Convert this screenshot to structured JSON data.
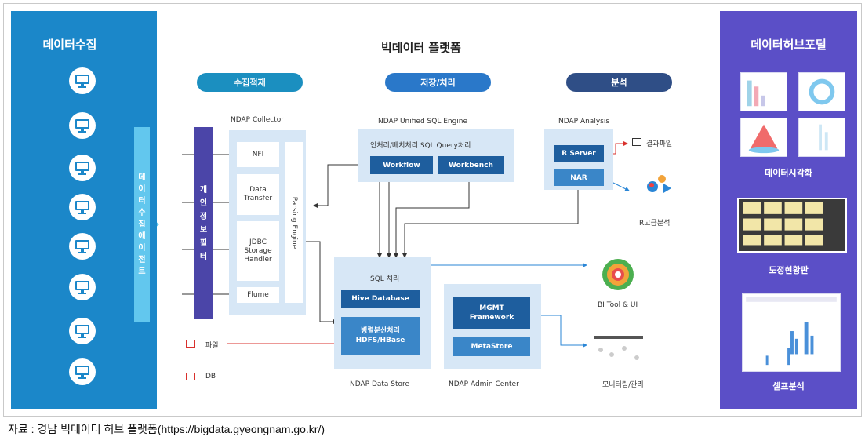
{
  "left_panel": {
    "title": "데이터수집",
    "agent_chars": [
      "데",
      "이",
      "터",
      "수",
      "집",
      "에",
      "이",
      "전",
      "트"
    ]
  },
  "center": {
    "title": "빅데이터 플랫폼",
    "pills": {
      "collect": "수집적재",
      "store": "저장/처리",
      "analysis": "분석"
    },
    "collector": {
      "label": "NDAP Collector",
      "items": [
        "NFI",
        "Data Transfer",
        "JDBC Storage Handler",
        "Flume"
      ],
      "engine": "Parsing Engine"
    },
    "filter_chars": [
      "개",
      "인",
      "정",
      "보",
      "필",
      "터"
    ],
    "sql_engine": {
      "label": "NDAP Unified SQL Engine",
      "subtitle": "인처리/배치처리 SQL Query처리",
      "workflow": "Workflow",
      "workbench": "Workbench"
    },
    "analysis": {
      "label": "NDAP Analysis",
      "r_server": "R Server",
      "nar": "NAR",
      "result_file": "결과파일",
      "r_advanced": "R고급분석"
    },
    "data_store": {
      "sql_label": "SQL 처리",
      "hive": "Hive Database",
      "hdfs_line1": "병렬분산처리",
      "hdfs_line2": "HDFS/HBase",
      "label": "NDAP Data Store"
    },
    "admin": {
      "mgmt_line1": "MGMT",
      "mgmt_line2": "Framework",
      "metastore": "MetaStore",
      "label": "NDAP Admin Center"
    },
    "file_label": "파일",
    "db_label": "DB",
    "bi_tool": "BI Tool & UI",
    "monitoring": "모니터링/관리"
  },
  "right_panel": {
    "title": "데이터허브포털",
    "viz": "데이터시각화",
    "dashboard": "도정현황판",
    "self_analysis": "셀프분석"
  },
  "caption": "자료 : 경남 빅데이터 허브 플랫폼(https://bigdata.gyeongnam.go.kr/)",
  "colors": {
    "left_blue": "#1b87c9",
    "right_purple": "#5b4fc7",
    "pill_teal": "#1b8fc0",
    "pill_blue": "#2a78c9",
    "pill_navy": "#2f4e86",
    "dark_box": "#1e5e9e",
    "red_line": "#d9302c"
  }
}
